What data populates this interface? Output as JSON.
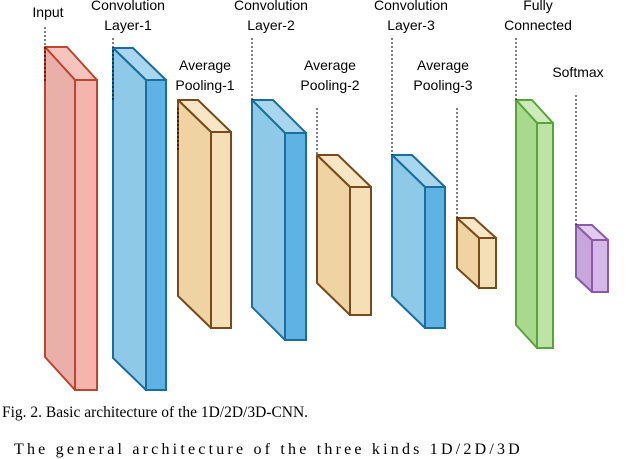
{
  "diagram": {
    "layers": [
      {
        "id": "input",
        "label_lines": [
          "Input"
        ],
        "colors": {
          "front": "#e8b0a8",
          "side": "#f5b5ac",
          "top": "#f5c4bd",
          "stroke": "#c0442e"
        }
      },
      {
        "id": "conv1",
        "label_lines": [
          "Convolution",
          "Layer-1"
        ],
        "colors": {
          "front": "#8ecae8",
          "side": "#5eb3e4",
          "top": "#a7d6ee",
          "stroke": "#1a6e9e"
        }
      },
      {
        "id": "pool1",
        "label_lines": [
          "Average",
          "Pooling-1"
        ],
        "colors": {
          "front": "#f0d3a2",
          "side": "#f4dfb7",
          "top": "#f8e6c4",
          "stroke": "#7a4a1a"
        }
      },
      {
        "id": "conv2",
        "label_lines": [
          "Convolution",
          "Layer-2"
        ],
        "colors": {
          "front": "#8ecae8",
          "side": "#5eb3e4",
          "top": "#a7d6ee",
          "stroke": "#1a6e9e"
        }
      },
      {
        "id": "pool2",
        "label_lines": [
          "Average",
          "Pooling-2"
        ],
        "colors": {
          "front": "#f0d3a2",
          "side": "#f4dfb7",
          "top": "#f8e6c4",
          "stroke": "#7a4a1a"
        }
      },
      {
        "id": "conv3",
        "label_lines": [
          "Convolution",
          "Layer-3"
        ],
        "colors": {
          "front": "#8ecae8",
          "side": "#5eb3e4",
          "top": "#a7d6ee",
          "stroke": "#1a6e9e"
        }
      },
      {
        "id": "pool3",
        "label_lines": [
          "Average",
          "Pooling-3"
        ],
        "colors": {
          "front": "#f0d3a2",
          "side": "#f4dfb7",
          "top": "#f8e6c4",
          "stroke": "#7a4a1a"
        }
      },
      {
        "id": "fc",
        "label_lines": [
          "Fully",
          "Connected"
        ],
        "colors": {
          "front": "#a9d98c",
          "side": "#bde4a6",
          "top": "#cdeabb",
          "stroke": "#5aa33a"
        }
      },
      {
        "id": "softmax",
        "label_lines": [
          "Softmax"
        ],
        "colors": {
          "front": "#c8a6dc",
          "side": "#d6b8e6",
          "top": "#e2cbef",
          "stroke": "#8a5aa8"
        }
      }
    ]
  },
  "caption": "Fig. 2.   Basic architecture of the 1D/2D/3D-CNN.",
  "body_text": "The general architecture of the three kinds 1D/2D/3D"
}
